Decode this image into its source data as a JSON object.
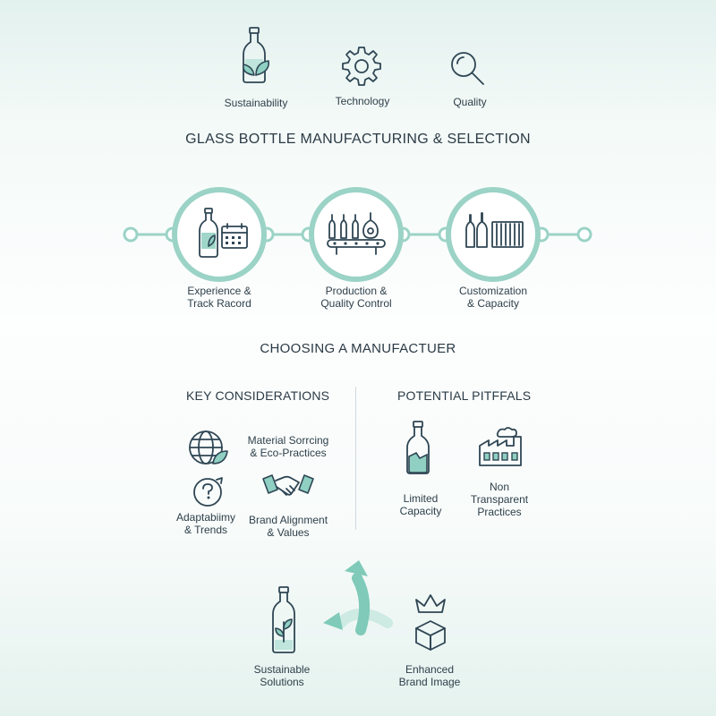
{
  "top_icons": [
    {
      "label": "Sustainability",
      "icon": "bottle-leaf-icon"
    },
    {
      "label": "Technology",
      "icon": "gear-icon"
    },
    {
      "label": "Quality",
      "icon": "magnifier-icon"
    }
  ],
  "title": "GLASS BOTTLE MANUFACTURING & SELECTION",
  "process": [
    {
      "label": "Experience &\nTrack Racord",
      "icon": "bottle-calendar-icon"
    },
    {
      "label": "Production &\nQuality Control",
      "icon": "conveyor-bottles-icon"
    },
    {
      "label": "Customization\n& Capacity",
      "icon": "bottles-container-icon"
    }
  ],
  "section_title": "CHOOSING A MANUFACTUER",
  "key_considerations": {
    "heading": "KEY CONSIDERATIONS",
    "items": [
      {
        "label": "Material Sorrcing\n& Eco-Practices",
        "icon": "globe-leaf-icon"
      },
      {
        "label": "Adaptabiimy\n& Trends",
        "icon": "question-refresh-icon"
      },
      {
        "label": "Brand Alignment\n& Values",
        "icon": "handshake-icon"
      }
    ]
  },
  "potential_pitfalls": {
    "heading": "POTENTIAL PITFFALS",
    "items": [
      {
        "label": "Limited\nCapacity",
        "icon": "cracked-bottle-icon"
      },
      {
        "label": "Non\nTransparent\nPractices",
        "icon": "factory-smoke-icon"
      }
    ]
  },
  "outcomes": [
    {
      "label": "Sustainable\nSolutions",
      "icon": "bottle-sprout-icon"
    },
    {
      "label": "Enhanced\nBrand Image",
      "icon": "crown-box-icon"
    }
  ],
  "colors": {
    "accent": "#8fd0c2",
    "ring": "#9bd3c6",
    "text": "#2b3a45",
    "ink": "#2f4654"
  }
}
